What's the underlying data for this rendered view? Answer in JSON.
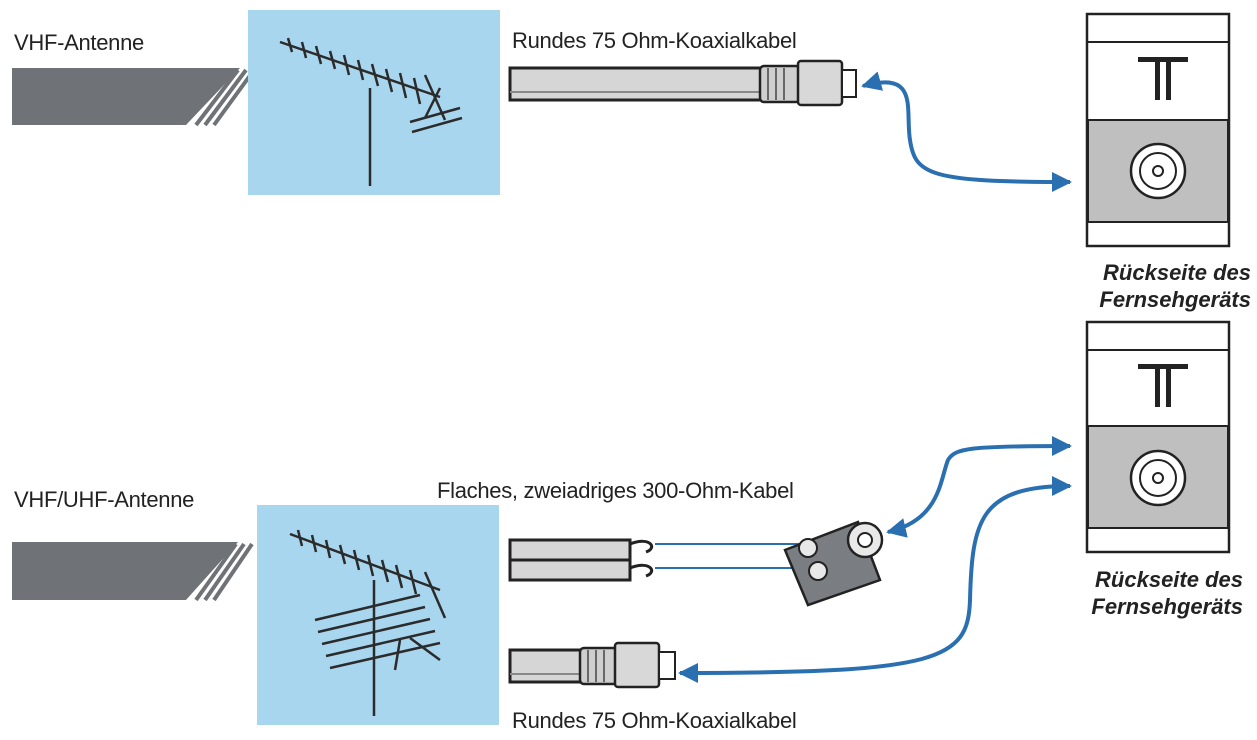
{
  "top": {
    "antenna_label": "VHF-Antenne",
    "cable_label": "Rundes 75 Ohm-Koaxialkabel",
    "tv_back_line1": "Rückseite des",
    "tv_back_line2": "Fernsehgeräts"
  },
  "bottom": {
    "antenna_label": "VHF/UHF-Antenne",
    "flat_cable_label": "Flaches, zweiadriges 300-Ohm-Kabel",
    "coax_cable_label": "Rundes 75 Ohm-Koaxialkabel",
    "tv_back_line1": "Rückseite des",
    "tv_back_line2": "Fernsehgeräts"
  },
  "colors": {
    "sky": "#a9d6ef",
    "arrow": "#2a6fb0",
    "slab": "#6f7378",
    "cable_fill": "#d6d6d6",
    "panel_gray": "#bfbfbf"
  }
}
